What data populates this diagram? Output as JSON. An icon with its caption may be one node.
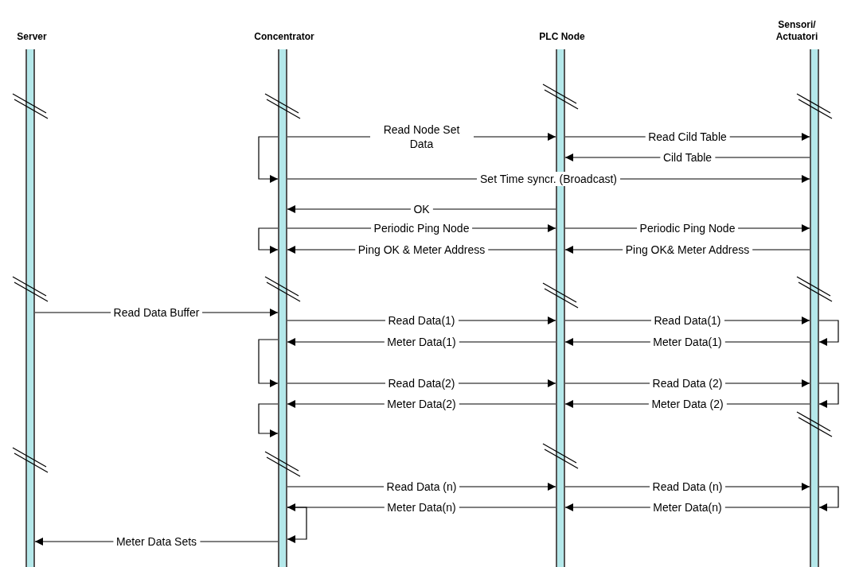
{
  "diagram": {
    "nodes": [
      {
        "text": [
          "Server"
        ]
      },
      {
        "text": [
          "Concentrator"
        ]
      },
      {
        "text": [
          "PLC Node"
        ]
      },
      {
        "text": [
          "Sensori/ Actuatori"
        ]
      }
    ],
    "edges": [
      {
        "from": 1,
        "to": 2,
        "arrow": "to",
        "label": "Read Node Set Data"
      },
      {
        "from": 2,
        "to": 3,
        "arrow": "to",
        "label": "Read Cild Table"
      },
      {
        "from": 3,
        "to": 2,
        "arrow": "to",
        "label": "Cild Table"
      },
      {
        "from": 1,
        "to": 1,
        "arrow": "to"
      },
      {
        "from": 1,
        "to": 3,
        "arrow": "to",
        "label": "Set Time syncr. (Broadcast)"
      },
      {
        "from": 2,
        "to": 1,
        "arrow": "to",
        "label": "OK"
      },
      {
        "from": 1,
        "to": 2,
        "arrow": "to",
        "label": "Periodic Ping Node"
      },
      {
        "from": 2,
        "to": 3,
        "arrow": "to",
        "label": "Periodic Ping Node"
      },
      {
        "from": 1,
        "to": 1,
        "arrow": "to"
      },
      {
        "from": 2,
        "to": 1,
        "arrow": "to",
        "label": "Ping OK & Meter Address"
      },
      {
        "from": 3,
        "to": 2,
        "arrow": "to",
        "label": "Ping OK& Meter Address"
      },
      {
        "from": 0,
        "to": 1,
        "arrow": "to",
        "label": "Read Data Buffer"
      },
      {
        "from": 1,
        "to": 2,
        "arrow": "to",
        "label": "Read Data(1)"
      },
      {
        "from": 2,
        "to": 3,
        "arrow": "to",
        "label": "Read Data(1)"
      },
      {
        "from": 3,
        "to": 3,
        "arrow": "to"
      },
      {
        "from": 2,
        "to": 1,
        "arrow": "to",
        "label": "Meter Data(1)"
      },
      {
        "from": 3,
        "to": 2,
        "arrow": "to",
        "label": "Meter Data(1)"
      },
      {
        "from": 1,
        "to": 1,
        "arrow": "to"
      },
      {
        "from": 1,
        "to": 2,
        "arrow": "to",
        "label": "Read Data(2)"
      },
      {
        "from": 2,
        "to": 3,
        "arrow": "to",
        "label": "Read Data (2)"
      },
      {
        "from": 3,
        "to": 3,
        "arrow": "to"
      },
      {
        "from": 2,
        "to": 1,
        "arrow": "to",
        "label": "Meter Data(2)"
      },
      {
        "from": 3,
        "to": 2,
        "arrow": "to",
        "label": "Meter Data (2)"
      },
      {
        "from": 1,
        "to": 1,
        "arrow": "to"
      },
      {
        "from": 1,
        "to": 2,
        "arrow": "to",
        "label": "Read Data (n)"
      },
      {
        "from": 2,
        "to": 3,
        "arrow": "to",
        "label": "Read Data (n)"
      },
      {
        "from": 3,
        "to": 3,
        "arrow": "to"
      },
      {
        "from": 2,
        "to": 1,
        "arrow": "to",
        "label": "Meter Data(n)"
      },
      {
        "from": 3,
        "to": 2,
        "arrow": "to",
        "label": "Meter Data(n)"
      },
      {
        "from": 1,
        "to": 1,
        "arrow": "to"
      },
      {
        "from": 1,
        "to": 0,
        "arrow": "to",
        "label": "Meter Data Sets"
      }
    ]
  }
}
